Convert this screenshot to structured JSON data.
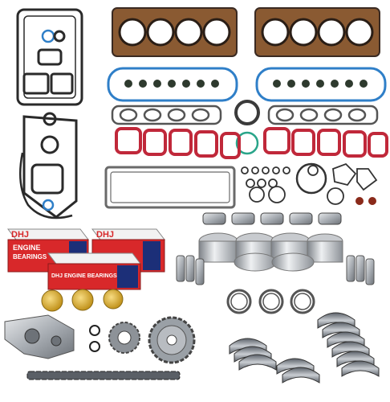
{
  "boxes": {
    "brand": "DHJ",
    "box1_line1": "ENGINE",
    "box1_line2": "BEARINGS",
    "box3_text": "DHJ ENGINE BEARINGS"
  },
  "colors": {
    "gasket_copper": "#8a5a32",
    "gasket_dark": "#3a2a22",
    "oring_blue": "#2f7fc8",
    "manifold_red": "#c0283a",
    "box_red": "#d8282a",
    "box_navy": "#1c2f78",
    "steel": "#9aa0a6",
    "brass": "#d4a42a"
  }
}
